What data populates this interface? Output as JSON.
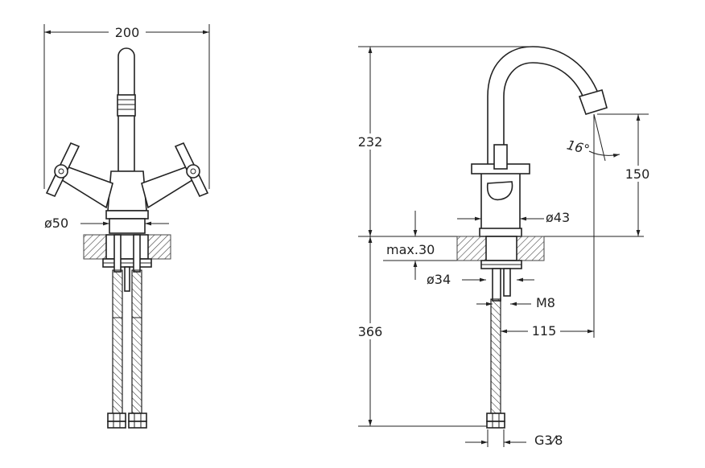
{
  "front_view": {
    "width_label": "200",
    "base_diameter_label": "ø50"
  },
  "side_view": {
    "height_label": "232",
    "spout_height_label": "150",
    "angle_label": "16°",
    "body_diameter_label": "ø43",
    "max_thickness_label": "max.30",
    "hole_diameter_label": "ø34",
    "thread_label": "M8",
    "reach_label": "115",
    "hose_length_label": "366",
    "connection_label": "G3⁄8"
  }
}
